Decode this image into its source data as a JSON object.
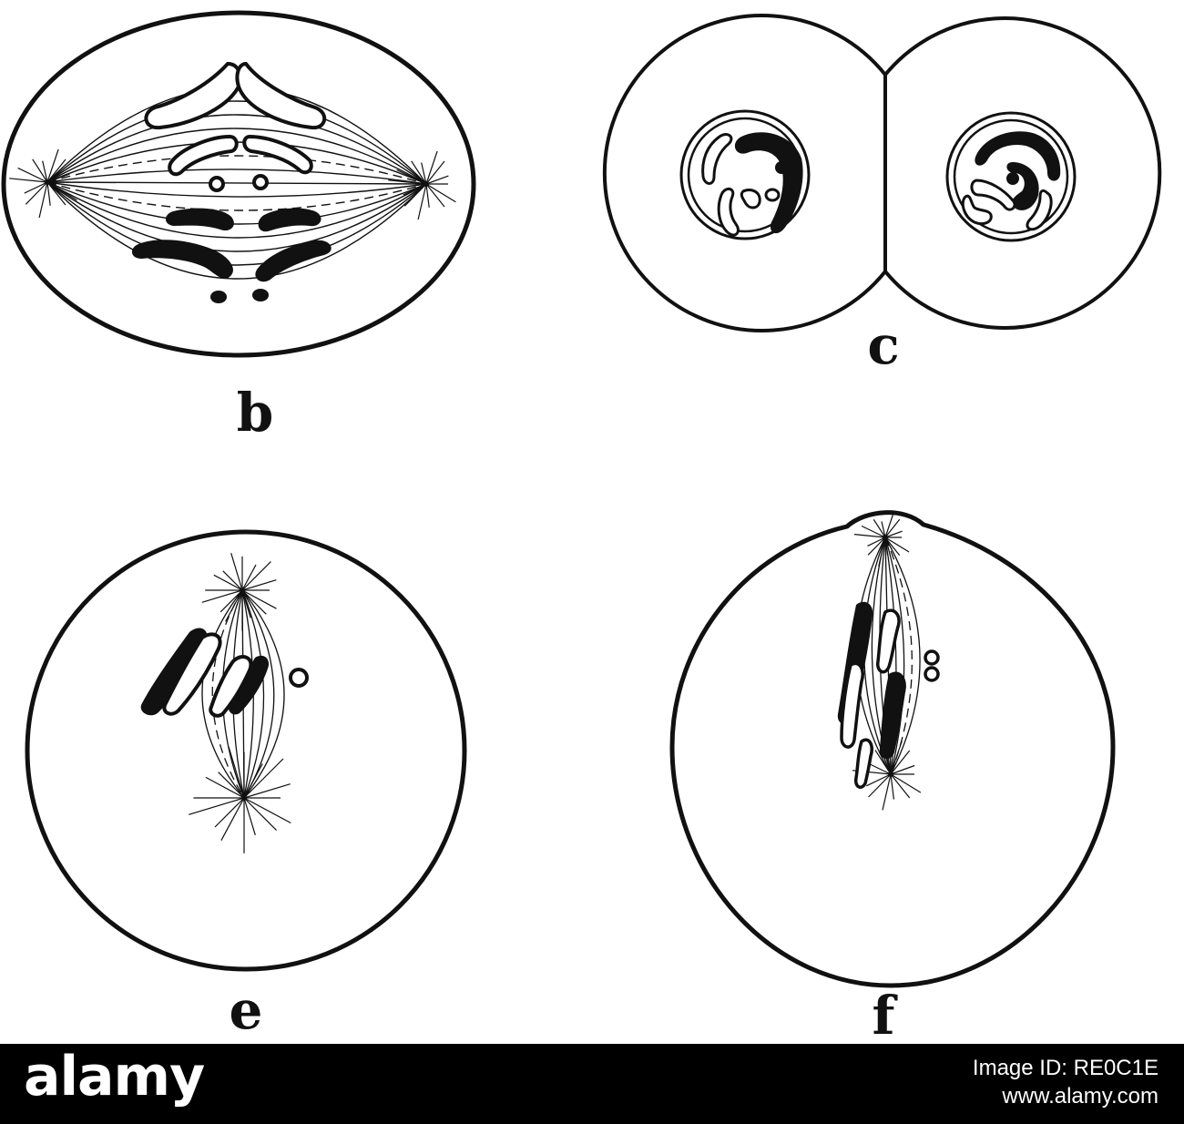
{
  "figure": {
    "panels": [
      {
        "id": "b",
        "label": "b",
        "stage": "spindle with separating chromosomes"
      },
      {
        "id": "c",
        "label": "c",
        "stage": "two daughter cells with nuclei"
      },
      {
        "id": "e",
        "label": "e",
        "stage": "spindle with chromosomes"
      },
      {
        "id": "f",
        "label": "f",
        "stage": "spindle at cell protrusion"
      }
    ]
  },
  "footer": {
    "brand": "alamy",
    "image_id_label": "Image ID: RE0C1E",
    "site": "www.alamy.com"
  },
  "colors": {
    "ink": "#111111",
    "paper": "#ffffff",
    "footer_bg": "#000000",
    "footer_text": "#ffffff"
  }
}
